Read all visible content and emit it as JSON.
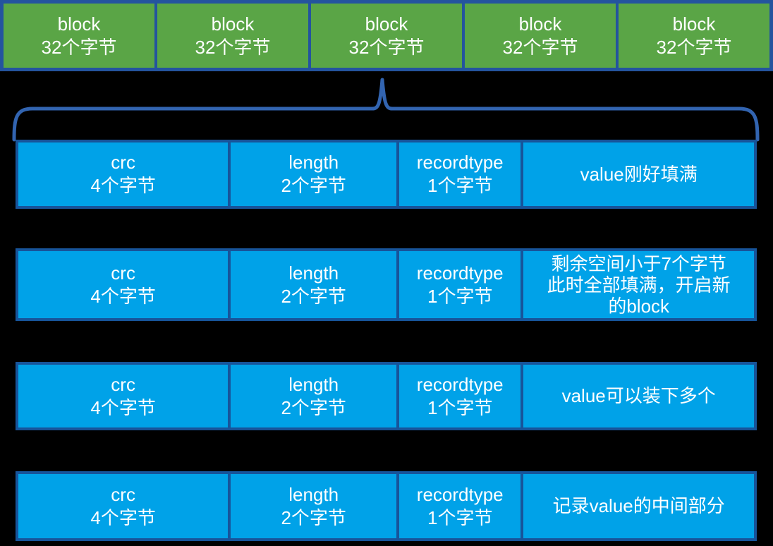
{
  "diagram": {
    "colors": {
      "background": "#000000",
      "block_fill": "#5AA546",
      "block_border": "#24549E",
      "record_fill": "#00A2E8",
      "record_border": "#17549A",
      "brace": "#3264B0",
      "text": "#FFFFFF"
    },
    "block_row": {
      "blocks": [
        "block\n32个字节",
        "block\n32个字节",
        "block\n32个字节",
        "block\n32个字节",
        "block\n32个字节"
      ]
    },
    "record_rows": [
      {
        "crc": "crc\n4个字节",
        "length": "length\n2个字节",
        "recordtype": "recordtype\n1个字节",
        "value": "value刚好填满"
      },
      {
        "crc": "crc\n4个字节",
        "length": "length\n2个字节",
        "recordtype": "recordtype\n1个字节",
        "value": "剩余空间小于7个字节\n此时全部填满，开启新\n的block"
      },
      {
        "crc": "crc\n4个字节",
        "length": "length\n2个字节",
        "recordtype": "recordtype\n1个字节",
        "value": "value可以装下多个"
      },
      {
        "crc": "crc\n4个字节",
        "length": "length\n2个字节",
        "recordtype": "recordtype\n1个字节",
        "value": "记录value的中间部分"
      }
    ]
  }
}
